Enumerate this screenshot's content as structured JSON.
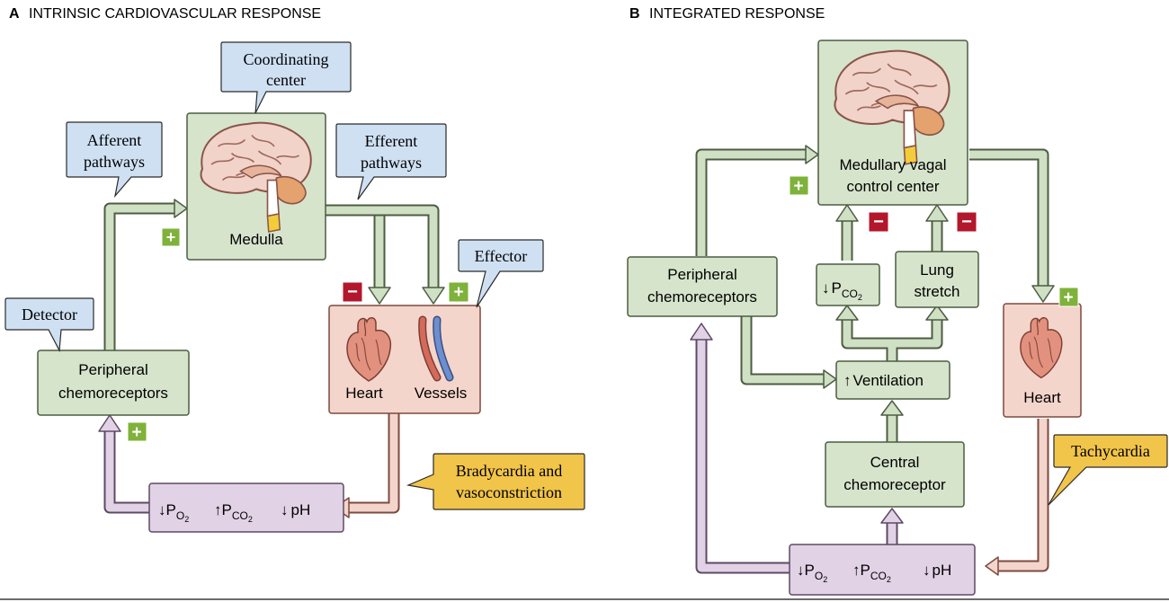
{
  "panel_a": {
    "letter": "A",
    "title": "INTRINSIC CARDIOVASCULAR RESPONSE",
    "callouts": {
      "coordinating_center": [
        "Coordinating",
        "center"
      ],
      "afferent": [
        "Afferent",
        "pathways"
      ],
      "efferent": [
        "Efferent",
        "pathways"
      ],
      "effector": "Effector",
      "detector": "Detector",
      "outcome": [
        "Bradycardia and",
        "vasoconstriction"
      ]
    },
    "medulla_label": "Medulla",
    "chemoreceptors": [
      "Peripheral",
      "chemoreceptors"
    ],
    "heart_label": "Heart",
    "vessels_label": "Vessels",
    "stimulus": {
      "po2": "P",
      "po2_sub": "O",
      "po2_subsub": "2",
      "pco2": "P",
      "pco2_sub": "CO",
      "pco2_subsub": "2",
      "ph": "pH"
    },
    "signs": {
      "afferent": "+",
      "heart": "−",
      "vessels": "+",
      "detector": "+"
    }
  },
  "panel_b": {
    "letter": "B",
    "title": "INTEGRATED RESPONSE",
    "center_label": [
      "Medullary vagal",
      "control center"
    ],
    "pco2_box": {
      "symbol": "P",
      "sub": "CO",
      "subsub": "2"
    },
    "lung_stretch": [
      "Lung",
      "stretch"
    ],
    "peripheral": [
      "Peripheral",
      "chemoreceptors"
    ],
    "ventilation": "Ventilation",
    "central": [
      "Central",
      "chemoreceptor"
    ],
    "heart_label": "Heart",
    "outcome": "Tachycardia",
    "stimulus": {
      "po2": "P",
      "po2_sub": "O",
      "po2_subsub": "2",
      "pco2": "P",
      "pco2_sub": "CO",
      "pco2_subsub": "2",
      "ph": "pH"
    },
    "signs": {
      "peripheral": "+",
      "pco2": "−",
      "lung": "−",
      "heart": "+"
    }
  },
  "colors": {
    "blue_callout": "#cfe0f3",
    "green_box": "#d6e4cc",
    "pink_box": "#f4d5cb",
    "purple_box": "#e2d2e6",
    "yellow_callout": "#f1c44a",
    "plus_badge": "#7fb23a",
    "minus_badge": "#b3172c"
  }
}
